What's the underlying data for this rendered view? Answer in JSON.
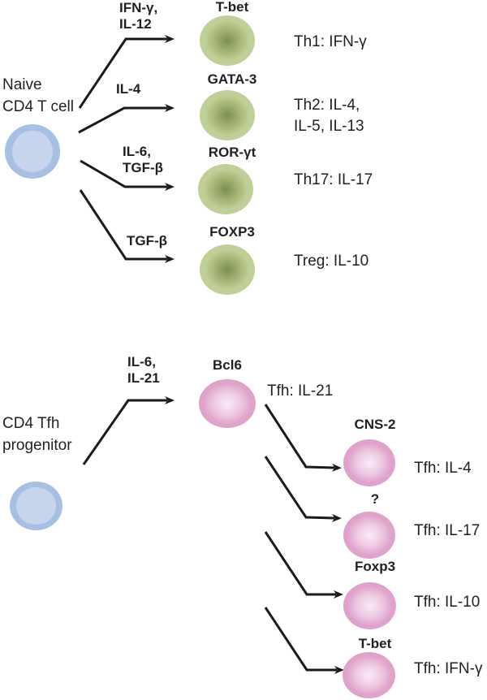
{
  "figure": {
    "title": "CD4 T cell differentiation diagram",
    "colors": {
      "text": "#231f20",
      "arrow": "#1a1a1a",
      "naive_cell_outer": "#a8bfe4",
      "naive_cell_inner": "#c6d4ee",
      "th_cell_center": "#7d9050",
      "th_cell_mid": "#a3b474",
      "th_cell_edge": "#bfcf97",
      "tfh_cell_center": "#f7ecf5",
      "tfh_cell_mid": "#eec9e2",
      "tfh_cell_edge": "#dfa2cb"
    },
    "top": {
      "source_label": "Naive\nCD4 T cell",
      "branches": [
        {
          "stimulus": "IFN-γ,\nIL-12",
          "factor": "T-bet",
          "outcome": "Th1: IFN-γ"
        },
        {
          "stimulus": "IL-4",
          "factor": "GATA-3",
          "outcome": "Th2: IL-4,\nIL-5, IL-13"
        },
        {
          "stimulus": "IL-6,\nTGF-β",
          "factor": "ROR-γt",
          "outcome": "Th17: IL-17"
        },
        {
          "stimulus": "TGF-β",
          "factor": "FOXP3",
          "outcome": "Treg: IL-10"
        }
      ]
    },
    "bottom": {
      "source_label": "CD4 Tfh\nprogenitor",
      "primary": {
        "stimulus": "IL-6,\nIL-21",
        "factor": "Bcl6",
        "outcome": "Tfh: IL-21"
      },
      "branches": [
        {
          "factor": "CNS-2",
          "outcome": "Tfh: IL-4"
        },
        {
          "factor": "?",
          "outcome": "Tfh: IL-17"
        },
        {
          "factor": "Foxp3",
          "outcome": "Tfh: IL-10"
        },
        {
          "factor": "T-bet",
          "outcome": "Tfh: IFN-γ"
        }
      ]
    }
  }
}
